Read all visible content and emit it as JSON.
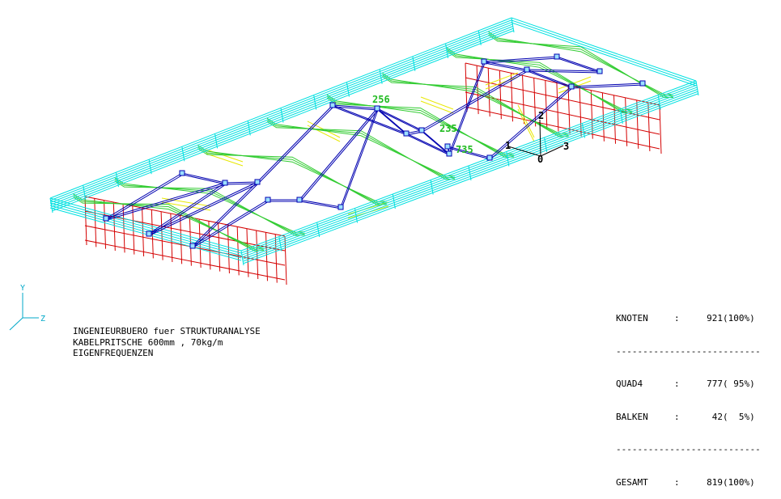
{
  "colors": {
    "rail": "#00e0e0",
    "crossbar": "#33cc33",
    "support": "#d40000",
    "brace": "#e8e800",
    "mode": "#0000b0",
    "label": "#22bb22",
    "axis": "#00a8c8"
  },
  "labels": {
    "node_256": "256",
    "node_235": "235",
    "node_735": "735",
    "triad_1": "1",
    "triad_2": "2",
    "triad_3": "3",
    "triad_0": "0"
  },
  "global_axes": {
    "y": "Y",
    "z": "Z"
  },
  "title_block": {
    "line1": "INGENIEURBUERO fuer STRUKTURANALYSE",
    "line2": "KABELPRITSCHE 600mm , 70kg/m",
    "line3": "EIGENFREQUENZEN"
  },
  "stats": {
    "knoten": {
      "label": "KNOTEN",
      "value": "921",
      "pct": "(100%)"
    },
    "quad4": {
      "label": "QUAD4",
      "value": "777",
      "pct": "( 95%)"
    },
    "balken": {
      "label": "BALKEN",
      "value": "42",
      "pct": "(  5%)"
    },
    "gesamt": {
      "label": "GESAMT",
      "value": "819",
      "pct": "(100%)"
    },
    "separator": "------------------------------",
    "colon": ":"
  }
}
